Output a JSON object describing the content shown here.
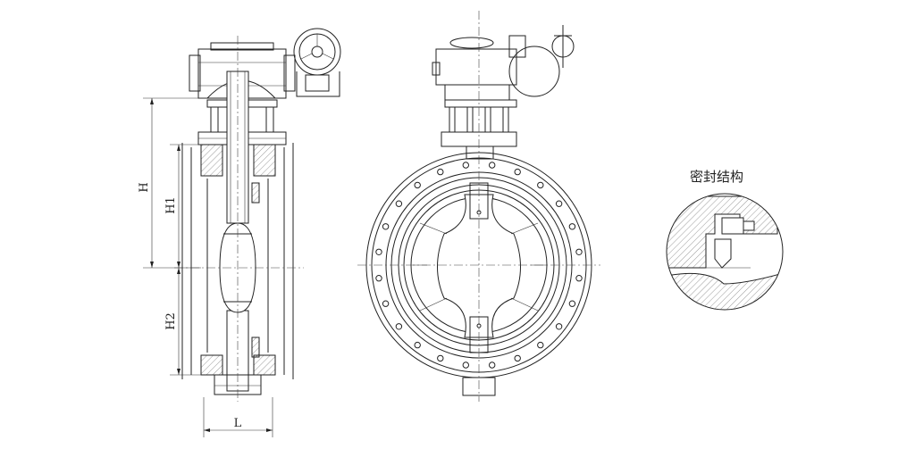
{
  "dimensions": {
    "H": "H",
    "H1": "H1",
    "H2": "H2",
    "L": "L"
  },
  "detail_caption": "密封结构",
  "colors": {
    "line": "#222222",
    "background": "#ffffff"
  }
}
